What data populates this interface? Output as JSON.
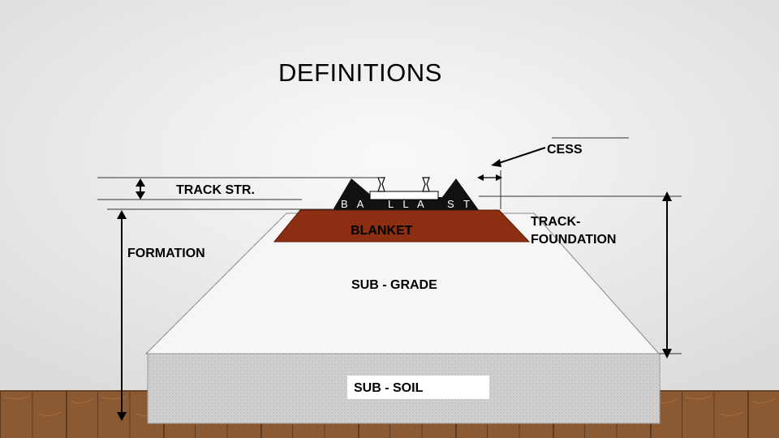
{
  "title": "DEFINITIONS",
  "labels": {
    "cess": "CESS",
    "track_structure": "TRACK STR.",
    "formation": "FORMATION",
    "blanket": "BLANKET",
    "sub_grade": "SUB - GRADE",
    "sub_soil": "SUB - SOIL",
    "track_foundation_line1": "TRACK-",
    "track_foundation_line2": "FOUNDATION"
  },
  "ballast_letters": {
    "left": "B A",
    "middle": "L L A",
    "right": "S T"
  },
  "colors": {
    "blanket": "#8b2e12",
    "ballast": "#111111",
    "sub_soil": "#cfcfcf",
    "floor": "#8a5a32",
    "wall": "#eeeeee"
  }
}
